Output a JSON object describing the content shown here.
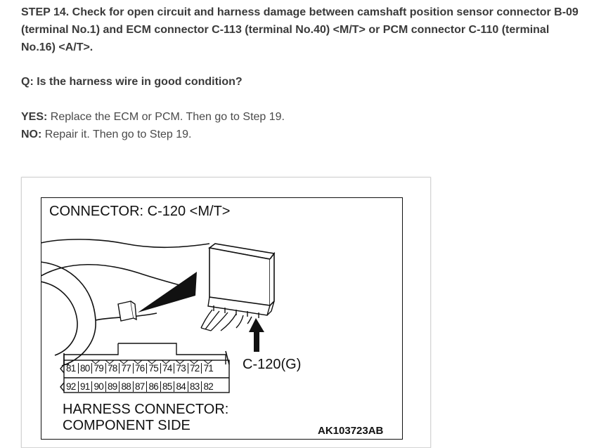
{
  "step": {
    "text": "STEP 14. Check for open circuit and harness damage between camshaft position sensor connector B-09 (terminal No.1) and ECM connector C-113 (terminal No.40) <M/T> or PCM connector C-110 (terminal No.16) <A/T>."
  },
  "question": {
    "text": "Q: Is the harness wire in good condition?"
  },
  "answers": [
    {
      "label": "YES:",
      "text": " Replace the ECM or PCM. Then go to Step 19."
    },
    {
      "label": "NO:",
      "text": " Repair it. Then go to Step 19."
    }
  ],
  "figure": {
    "title": "CONNECTOR: C-120 <M/T>",
    "callout": "C-120(G)",
    "caption_line1": "HARNESS CONNECTOR:",
    "caption_line2": "COMPONENT SIDE",
    "figure_id": "AK103723AB",
    "pins_row1": [
      "81",
      "80",
      "79",
      "78",
      "77",
      "76",
      "75",
      "74",
      "73",
      "72",
      "71"
    ],
    "pins_row2": [
      "92",
      "91",
      "90",
      "89",
      "88",
      "87",
      "86",
      "85",
      "84",
      "83",
      "82"
    ]
  }
}
